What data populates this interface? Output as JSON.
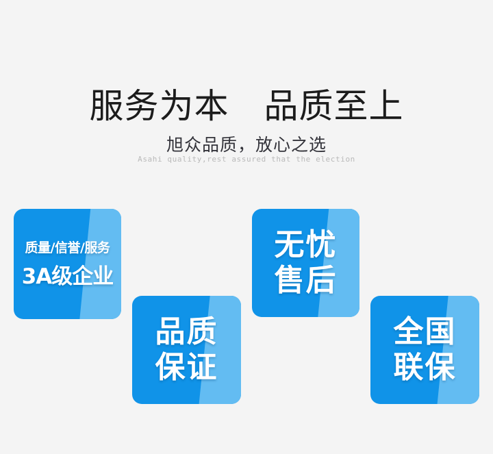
{
  "banner": {
    "background_color": "#f4f4f4",
    "title": "服务为本　品质至上",
    "subtitle_cn": "旭众品质，放心之选",
    "subtitle_en": "Asahi quality,rest assured that the election"
  },
  "theme": {
    "badge_blue": "#1093e8",
    "badge_light_blue": "#63bcf2",
    "badge_text_color": "#ffffff",
    "title_color": "#1c1c1c",
    "subtitle_cn_color": "#33333a",
    "subtitle_en_color": "#b9b9b9"
  },
  "badges": [
    {
      "id": "quality-credit-service",
      "line1": "质量/信誉/服务",
      "line2": "3A级企业"
    },
    {
      "id": "quality-guarantee",
      "line1": "品质",
      "line2": "保证"
    },
    {
      "id": "worry-free-after-sales",
      "line1": "无忧",
      "line2": "售后"
    },
    {
      "id": "nationwide-warranty",
      "line1": "全国",
      "line2": "联保"
    }
  ]
}
